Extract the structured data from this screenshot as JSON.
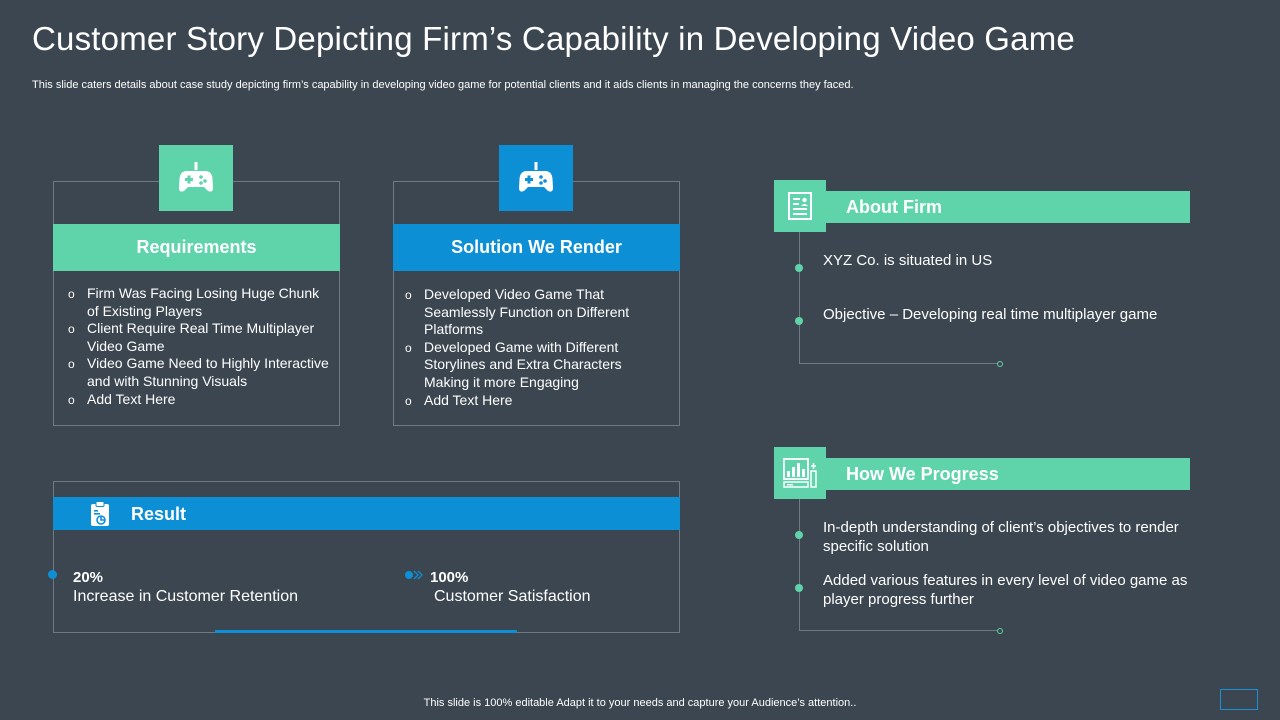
{
  "title": "Customer Story Depicting Firm’s Capability in Developing Video Game",
  "subtitle": "This slide caters details about case study depicting firm’s capability in developing video game for potential clients and it aids clients in managing the concerns they faced.",
  "colors": {
    "background": "#3b4650",
    "green": "#5fd3a9",
    "blue": "#0d8fd6",
    "border": "#6f7a83"
  },
  "requirements": {
    "icon": "gamepad-icon",
    "heading": "Requirements",
    "items": [
      "Firm Was Facing Losing Huge Chunk of Existing Players",
      "Client Require Real Time Multiplayer Video Game",
      "Video Game Need to Highly Interactive and with Stunning Visuals",
      "Add Text Here"
    ]
  },
  "solution": {
    "icon": "gamepad-icon",
    "heading": "Solution We Render",
    "items": [
      "Developed Video Game That Seamlessly Function on Different Platforms",
      "Developed Game with Different Storylines and Extra Characters Making it more Engaging",
      "Add Text Here"
    ]
  },
  "result": {
    "icon": "report-icon",
    "heading": "Result",
    "metrics": [
      {
        "value": "20%",
        "label": "Increase in Customer Retention"
      },
      {
        "value": "100%",
        "label": "Customer Satisfaction"
      }
    ]
  },
  "about": {
    "icon": "profile-card-icon",
    "heading": "About Firm",
    "items": [
      "XYZ Co. is situated in US",
      "Objective – Developing real time multiplayer game"
    ]
  },
  "progress": {
    "icon": "monitor-chart-icon",
    "heading": "How We Progress",
    "items": [
      "In-depth understanding of client’s objectives to render specific solution",
      "Added various features in every level of video game as player progress further"
    ]
  },
  "footer": "This slide is 100% editable Adapt it to your needs and capture your Audience’s attention.."
}
